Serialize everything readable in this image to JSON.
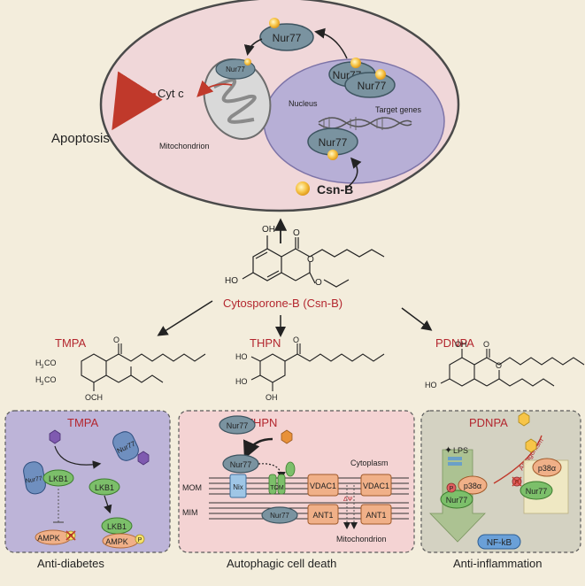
{
  "cell": {
    "nur77": "Nur77",
    "cyt_c": "Cyt c",
    "apoptosis": "Apoptosis",
    "mitochondrion": "Mitochondrion",
    "nucleus": "Nucleus",
    "target_genes": "Target genes",
    "csn_b": "Csn-B"
  },
  "compound": {
    "name": "Cytosporone-B (Csn-B)",
    "oh": "OH",
    "ho": "HO",
    "o": "O",
    "och3": "OCH",
    "h3co": "H",
    "three": "3",
    "co": "CO"
  },
  "derivatives": {
    "tmpa": "TMPA",
    "thpn": "THPN",
    "pdnpa": "PDNPA"
  },
  "panels": {
    "left": {
      "title": "TMPA",
      "nur77": "Nur77",
      "lkb1": "LKB1",
      "ampk": "AMPK",
      "p": "P",
      "caption": "Anti-diabetes"
    },
    "middle": {
      "title": "THPN",
      "nur77": "Nur77",
      "nix": "Nix",
      "tom": "TOM",
      "vdac1": "VDAC1",
      "ant1": "ANT1",
      "mom": "MOM",
      "mim": "MIM",
      "cytoplasm": "Cytoplasm",
      "mitochondrion": "Mitochondrion",
      "delta_psi": "ΔΨ",
      "caption": "Autophagic cell death"
    },
    "right": {
      "title": "PDNPA",
      "lps": "LPS",
      "p38": "p38α",
      "nur77": "Nur77",
      "antagonism": "Antagonism",
      "nfkb": "NF-kB",
      "p": "P",
      "caption": "Anti-inflammation"
    }
  },
  "colors": {
    "cell_fill": "#f0d7d9",
    "nucleus_fill": "#b7afd6",
    "nur77_fill": "#7a93a0",
    "red_text": "#b3262e",
    "green_protein": "#7cbf6a",
    "orange_protein": "#f0b088"
  }
}
